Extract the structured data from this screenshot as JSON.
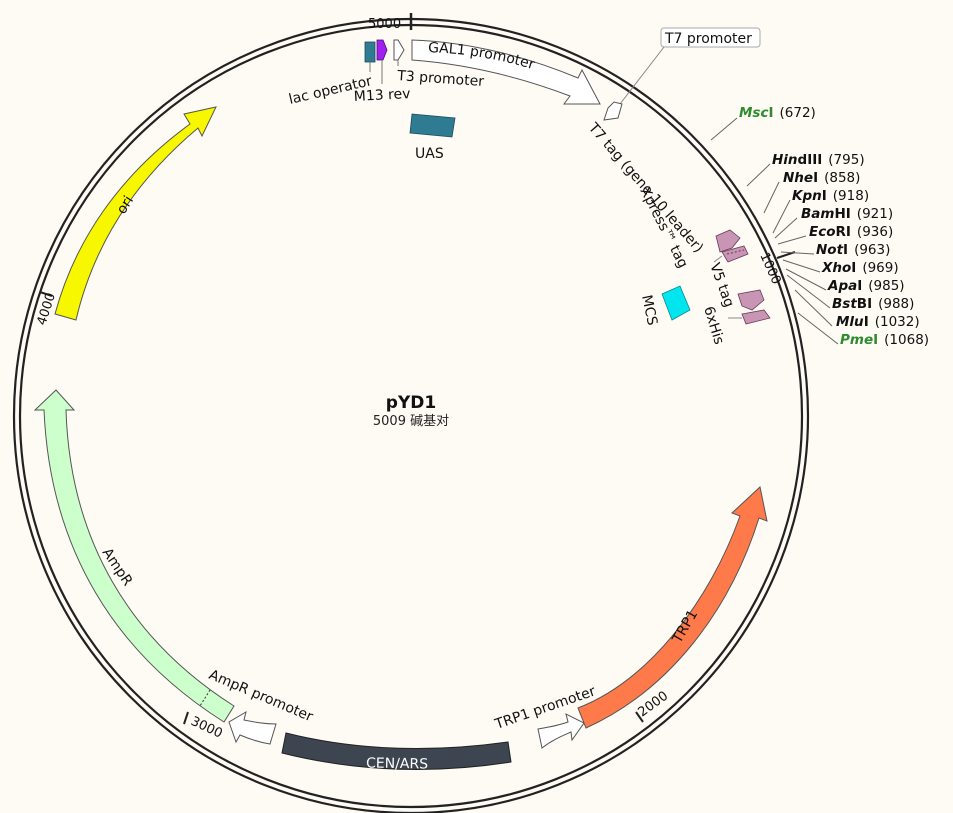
{
  "plasmid": {
    "name": "pYD1",
    "length_label": "5009 碱基对"
  },
  "ticks": [
    "5000",
    "1000",
    "2000",
    "3000",
    "4000"
  ],
  "features": {
    "gal1_promoter": "GAL1 promoter",
    "t3_promoter": "T3 promoter",
    "lac_operator": "lac operator",
    "m13_rev": "M13 rev",
    "uas": "UAS",
    "t7_promoter": "T7 promoter",
    "t7_tag": "T7 tag (gene 10 leader)",
    "xpress_tag": "Xpress™ tag",
    "v5_tag": "V5 tag",
    "his_tag": "6xHis",
    "mcs": "MCS",
    "ori": "ori",
    "ampr": "AmpR",
    "ampr_promoter": "AmpR promoter",
    "cen_ars": "CEN/ARS",
    "trp1_promoter": "TRP1 promoter",
    "trp1": "TRP1"
  },
  "sites": [
    {
      "a": "Msc",
      "b": "I",
      "pos": "(672)"
    },
    {
      "a": "Hin",
      "b": "dIII",
      "pos": "(795)"
    },
    {
      "a": "Nhe",
      "b": "I",
      "pos": "(858)"
    },
    {
      "a": "Kpn",
      "b": "I",
      "pos": "(918)"
    },
    {
      "a": "Bam",
      "b": "HI",
      "pos": "(921)"
    },
    {
      "a": "Eco",
      "b": "RI",
      "pos": "(936)"
    },
    {
      "a": "Not",
      "b": "I",
      "pos": "(963)"
    },
    {
      "a": "Xho",
      "b": "I",
      "pos": "(969)"
    },
    {
      "a": "Apa",
      "b": "I",
      "pos": "(985)"
    },
    {
      "a": "Bst",
      "b": "BI",
      "pos": "(988)"
    },
    {
      "a": "Mlu",
      "b": "I",
      "pos": "(1032)"
    },
    {
      "a": "Pme",
      "b": "I",
      "pos": "(1068)"
    }
  ],
  "colors": {
    "backbone": "#222222",
    "ori": "#f7f700",
    "ampr": "#ccffcc",
    "trp1": "#ff7a4a",
    "cen_ars": "#3d4550",
    "uas": "#2f7b92",
    "mcs": "#00e5ee",
    "tag": "#c895b4",
    "lac": "#2f7b92",
    "m13": "#a020f0",
    "unique_site": "#2e8b2e"
  }
}
